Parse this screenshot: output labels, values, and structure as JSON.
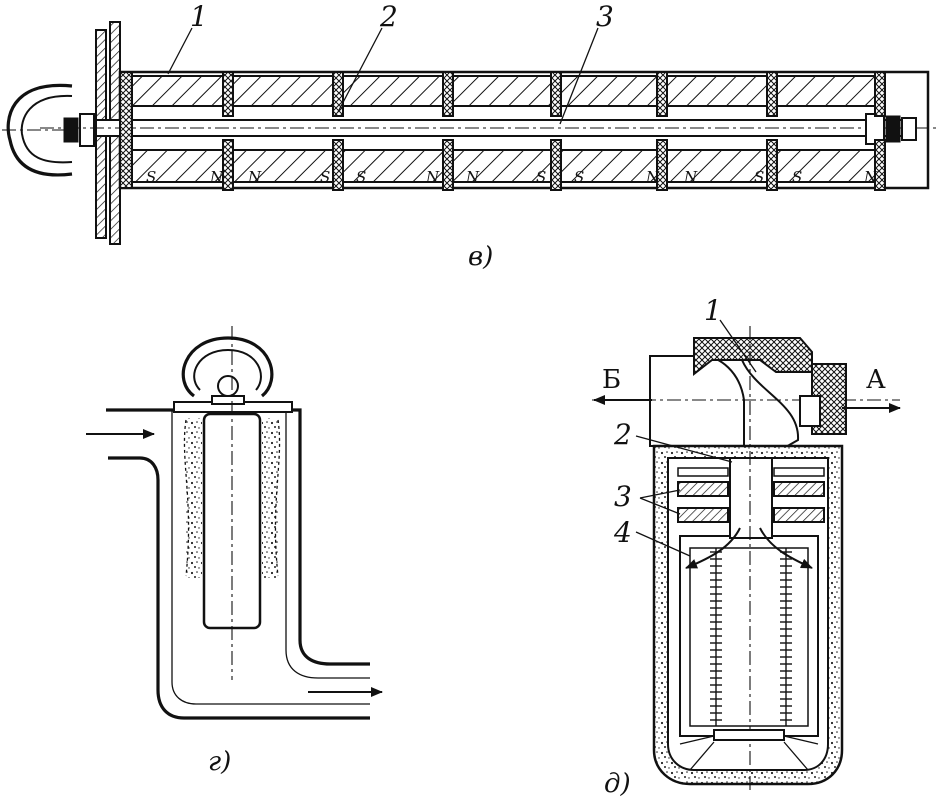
{
  "figure_v": {
    "caption": "в)",
    "callouts": [
      "1",
      "2",
      "3"
    ],
    "pole_marks": [
      "S",
      "N",
      "N",
      "S",
      "S",
      "N",
      "N",
      "S",
      "S",
      "N",
      "N",
      "S",
      "S",
      "N"
    ]
  },
  "figure_g": {
    "caption": "г)"
  },
  "figure_d": {
    "caption": "д)",
    "callouts": [
      "1",
      "2",
      "3",
      "4"
    ],
    "port_left": "Б",
    "port_right": "А"
  }
}
